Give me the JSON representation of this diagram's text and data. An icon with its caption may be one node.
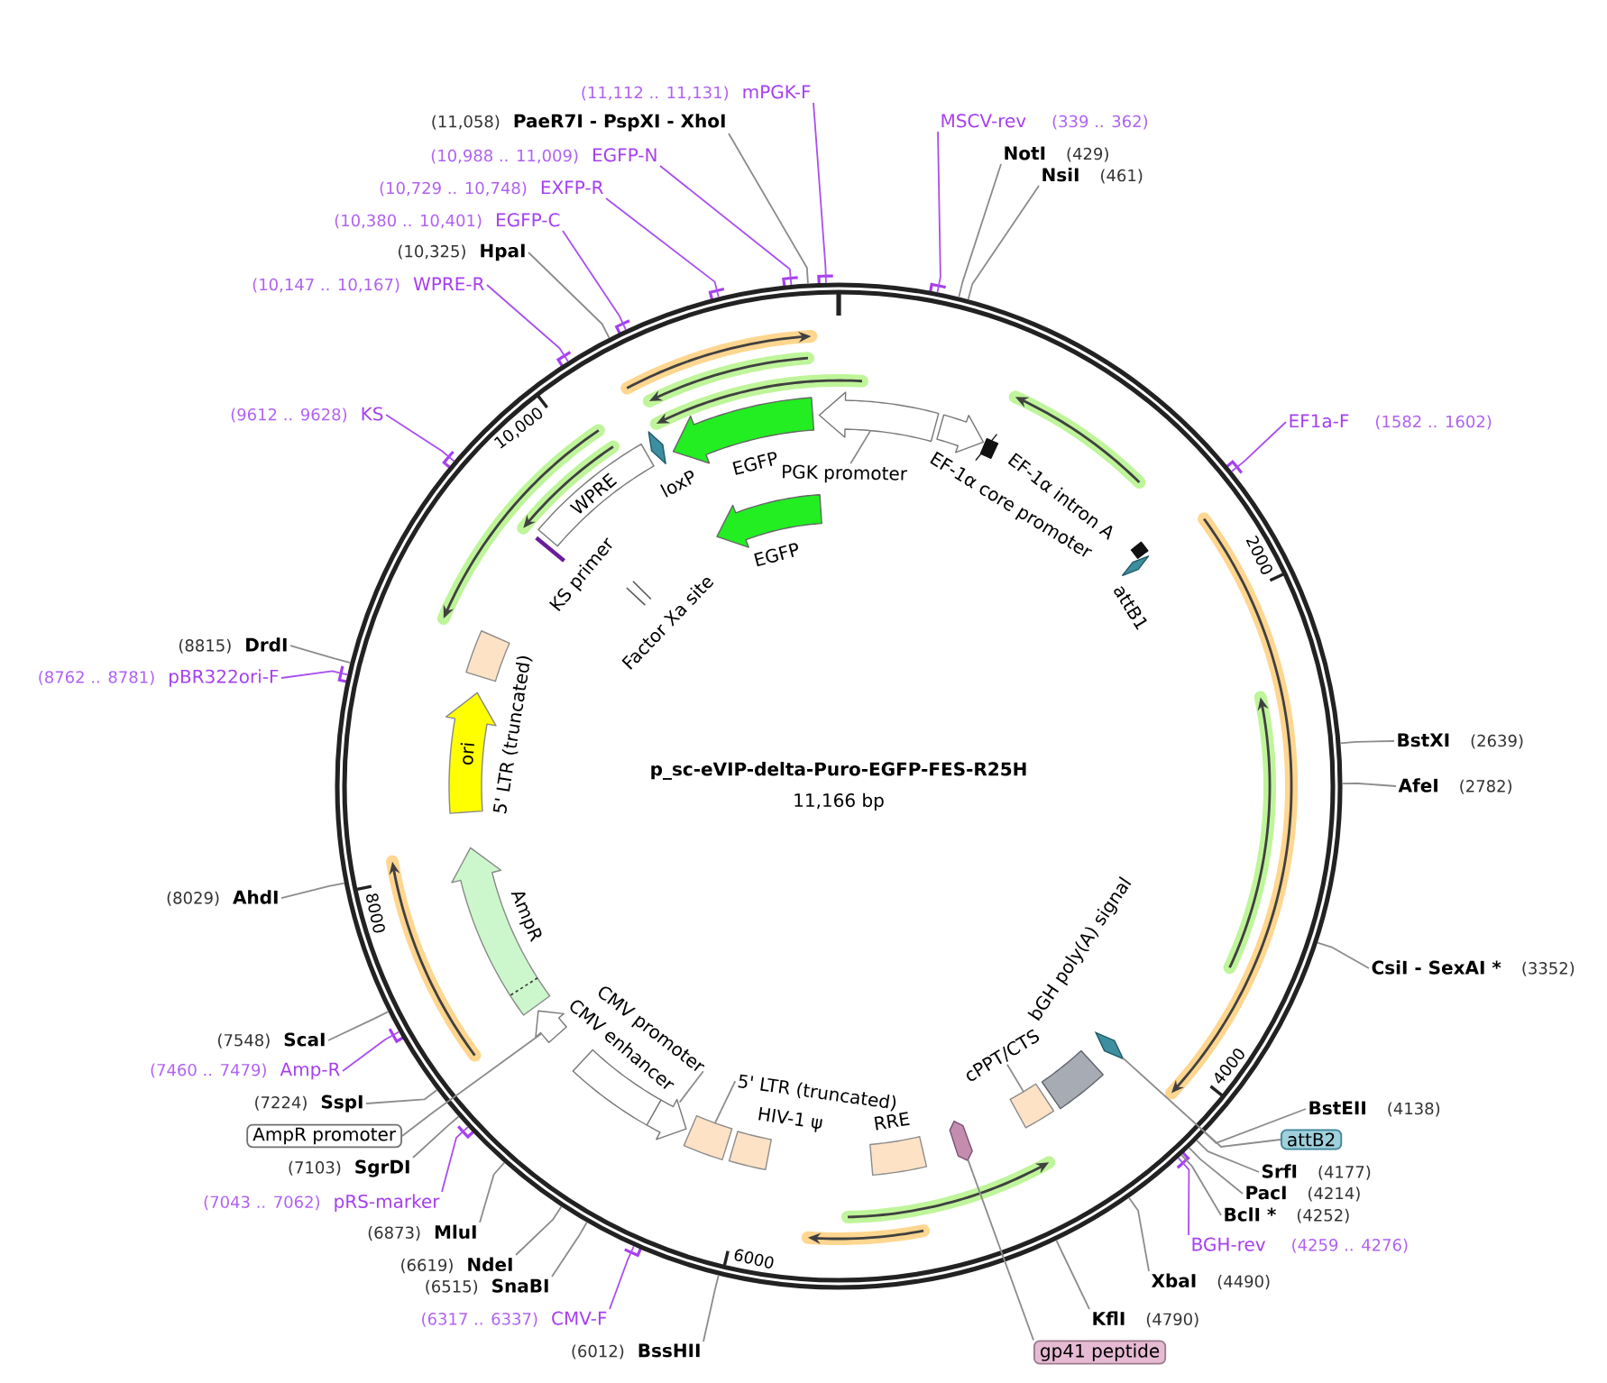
{
  "diagram": {
    "nodes": [
      {
        "text": [
          "p_sc-eVIP-delta-Puro-EGFP-FES-R25H",
          "11,166 bp"
        ]
      },
      {
        "text": [
          "EGFP"
        ],
        "in": 0
      },
      {
        "text": [],
        "shape": "arrow",
        "in": 0
      },
      {
        "text": [
          "PGK promoter"
        ],
        "in": 0
      },
      {
        "text": [
          "EF-1α core promoter"
        ],
        "in": 0
      },
      {
        "text": [
          "EF-1α intron A"
        ],
        "in": 0
      },
      {
        "text": [
          "attB1"
        ],
        "in": 0
      },
      {
        "text": [
          "loxP"
        ],
        "in": 0
      },
      {
        "text": [
          "WPRE"
        ],
        "in": 0
      },
      {
        "text": [
          "KS primer"
        ],
        "in": 0
      },
      {
        "text": [
          "EGFP"
        ],
        "in": 0
      },
      {
        "text": [
          "Factor Xa site"
        ],
        "in": 0
      },
      {
        "text": [
          "5' LTR (truncated)"
        ],
        "in": 0
      },
      {
        "text": [
          "ori"
        ],
        "in": 0
      },
      {
        "text": [
          "AmpR"
        ],
        "in": 0
      },
      {
        "text": [],
        "shape": "arrow",
        "in": 0
      },
      {
        "text": [
          "CMV enhancer"
        ],
        "in": 0
      },
      {
        "text": [],
        "shape": "arrow",
        "in": 0
      },
      {
        "text": [
          "CMV promoter"
        ],
        "in": 0
      },
      {
        "text": [],
        "shape": "box",
        "in": 0
      },
      {
        "text": [
          "5' LTR (truncated)"
        ],
        "in": 0
      },
      {
        "text": [
          "HIV-1 ψ"
        ],
        "in": 0
      },
      {
        "text": [
          "RRE"
        ],
        "in": 0
      },
      {
        "text": [],
        "shape": "box",
        "in": 0
      },
      {
        "text": [],
        "shape": "box",
        "in": 0
      },
      {
        "text": [
          "cPPT/CTS"
        ],
        "in": 0
      },
      {
        "text": [
          "bGH poly(A) signal"
        ],
        "in": 0
      },
      {
        "text": [],
        "shape": "diamond",
        "in": 0
      },
      {
        "text": [
          "MSCV-rev",
          "(339 .. 362)"
        ]
      },
      {
        "text": [
          "NotI",
          "(429)"
        ]
      },
      {
        "text": [
          "NsiI",
          "(461)"
        ]
      },
      {
        "text": [
          "EF1a-F",
          "(1582 .. 1602)"
        ]
      },
      {
        "text": [
          "BstXI",
          "(2639)"
        ]
      },
      {
        "text": [
          "AfeI",
          "(2782)"
        ]
      },
      {
        "text": [
          "CsiI - SexAI *",
          "(3352)"
        ]
      },
      {
        "text": [
          "BstEII",
          "(4138)"
        ]
      },
      {
        "text": [
          "attB2"
        ]
      },
      {
        "text": [
          "SrfI",
          "(4177)"
        ]
      },
      {
        "text": [
          "PacI",
          "(4214)"
        ]
      },
      {
        "text": [
          "BclI *",
          "(4252)"
        ]
      },
      {
        "text": [
          "BGH-rev",
          "(4259 .. 4276)"
        ]
      },
      {
        "text": [
          "XbaI",
          "(4490)"
        ]
      },
      {
        "text": [
          "KflI",
          "(4790)"
        ]
      },
      {
        "text": [
          "gp41 peptide"
        ]
      },
      {
        "text": [
          "(6012)",
          "BssHII"
        ]
      },
      {
        "text": [
          "(6317 .. 6337)",
          "CMV-F"
        ]
      },
      {
        "text": [
          "(6515)",
          "SnaBI"
        ]
      },
      {
        "text": [
          "(6619)",
          "NdeI"
        ]
      },
      {
        "text": [
          "(6873)",
          "MluI"
        ]
      },
      {
        "text": [
          "(7043 .. 7062)",
          "pRS-marker"
        ]
      },
      {
        "text": [
          "(7103)",
          "SgrDI"
        ]
      },
      {
        "text": [
          "AmpR promoter"
        ]
      },
      {
        "text": [
          "(7224)",
          "SspI"
        ]
      },
      {
        "text": [
          "(7460 .. 7479)",
          "Amp-R"
        ]
      },
      {
        "text": [
          "(7548)",
          "ScaI"
        ]
      },
      {
        "text": [
          "(8029)",
          "AhdI"
        ]
      },
      {
        "text": [
          "(8762 .. 8781)",
          "pBR322ori-F"
        ]
      },
      {
        "text": [
          "(8815)",
          "DrdI"
        ]
      },
      {
        "text": [
          "(9612 .. 9628)",
          "KS"
        ]
      },
      {
        "text": [
          "(10,147 .. 10,167)",
          "WPRE-R"
        ]
      },
      {
        "text": [
          "(10,325)",
          "HpaI"
        ]
      },
      {
        "text": [
          "(10,380 .. 10,401)",
          "EGFP-C"
        ]
      },
      {
        "text": [
          "(10,729 .. 10,748)",
          "EXFP-R"
        ]
      },
      {
        "text": [
          "(10,988 .. 11,009)",
          "EGFP-N"
        ]
      },
      {
        "text": [
          "(11,058)",
          "PaeR7I - PspXI - XhoI"
        ]
      },
      {
        "text": [
          "(11,112 .. 11,131)",
          "mPGK-F"
        ]
      }
    ],
    "edges": [
      {
        "from": 3,
        "to": 2,
        "arrow": "none"
      },
      {
        "from": 18,
        "to": 17,
        "arrow": "none"
      },
      {
        "from": 20,
        "to": 19,
        "arrow": "none"
      },
      {
        "from": 25,
        "to": 24,
        "arrow": "none"
      },
      {
        "from": 28,
        "to": 0,
        "arrow": "none",
        "color": "#a94ff0"
      },
      {
        "from": 29,
        "to": 0,
        "arrow": "none"
      },
      {
        "from": 30,
        "to": 0,
        "arrow": "none"
      },
      {
        "from": 31,
        "to": 0,
        "arrow": "none",
        "color": "#a94ff0"
      },
      {
        "from": 32,
        "to": 0,
        "arrow": "none"
      },
      {
        "from": 33,
        "to": 0,
        "arrow": "none"
      },
      {
        "from": 34,
        "to": 0,
        "arrow": "none"
      },
      {
        "from": 35,
        "to": 0,
        "arrow": "none"
      },
      {
        "from": 36,
        "to": 27,
        "arrow": "none"
      },
      {
        "from": 37,
        "to": 0,
        "arrow": "none"
      },
      {
        "from": 38,
        "to": 0,
        "arrow": "none"
      },
      {
        "from": 39,
        "to": 0,
        "arrow": "none"
      },
      {
        "from": 40,
        "to": 0,
        "arrow": "none",
        "color": "#a94ff0"
      },
      {
        "from": 41,
        "to": 0,
        "arrow": "none"
      },
      {
        "from": 42,
        "to": 0,
        "arrow": "none"
      },
      {
        "from": 43,
        "to": 23,
        "arrow": "none"
      },
      {
        "from": 44,
        "to": 0,
        "arrow": "none"
      },
      {
        "from": 45,
        "to": 0,
        "arrow": "none",
        "color": "#a94ff0"
      },
      {
        "from": 46,
        "to": 0,
        "arrow": "none"
      },
      {
        "from": 47,
        "to": 0,
        "arrow": "none"
      },
      {
        "from": 48,
        "to": 0,
        "arrow": "none"
      },
      {
        "from": 49,
        "to": 0,
        "arrow": "none",
        "color": "#a94ff0"
      },
      {
        "from": 50,
        "to": 0,
        "arrow": "none"
      },
      {
        "from": 51,
        "to": 15,
        "arrow": "none"
      },
      {
        "from": 52,
        "to": 0,
        "arrow": "none"
      },
      {
        "from": 53,
        "to": 0,
        "arrow": "none",
        "color": "#a94ff0"
      },
      {
        "from": 54,
        "to": 0,
        "arrow": "none"
      },
      {
        "from": 55,
        "to": 0,
        "arrow": "none"
      },
      {
        "from": 56,
        "to": 0,
        "arrow": "none",
        "color": "#a94ff0"
      },
      {
        "from": 57,
        "to": 0,
        "arrow": "none"
      },
      {
        "from": 58,
        "to": 0,
        "arrow": "none",
        "color": "#a94ff0"
      },
      {
        "from": 59,
        "to": 0,
        "arrow": "none",
        "color": "#a94ff0"
      },
      {
        "from": 60,
        "to": 0,
        "arrow": "none"
      },
      {
        "from": 61,
        "to": 0,
        "arrow": "none",
        "color": "#a94ff0"
      },
      {
        "from": 62,
        "to": 0,
        "arrow": "none",
        "color": "#a94ff0"
      },
      {
        "from": 63,
        "to": 0,
        "arrow": "none",
        "color": "#a94ff0"
      },
      {
        "from": 64,
        "to": 0,
        "arrow": "none"
      },
      {
        "from": 65,
        "to": 0,
        "arrow": "none",
        "color": "#a94ff0"
      }
    ],
    "labels": [
      "10,000",
      "2000",
      "8000",
      "4000",
      "6000"
    ]
  }
}
